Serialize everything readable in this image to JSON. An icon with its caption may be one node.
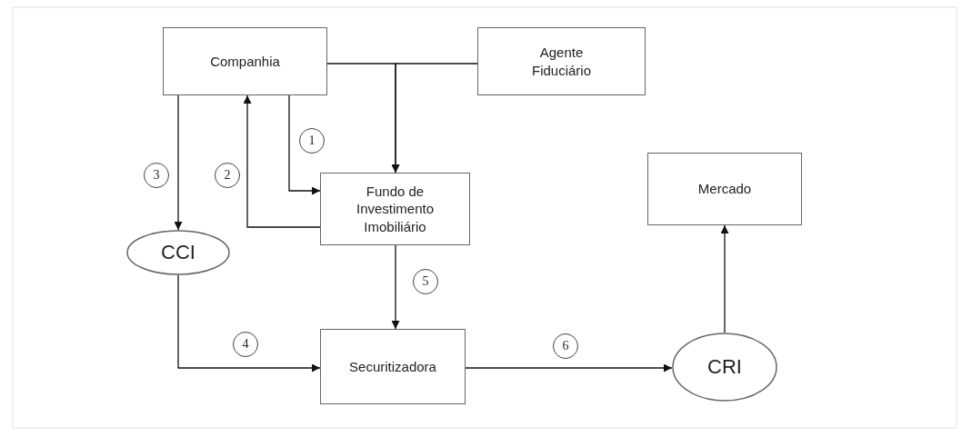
{
  "diagram": {
    "nodes": [
      {
        "text": [
          "Companhia"
        ]
      },
      {
        "text": [
          "Agente Fiduciário"
        ]
      },
      {
        "text": [
          "Fundo de Investimento Imobiliário"
        ]
      },
      {
        "text": [
          "Mercado"
        ]
      },
      {
        "text": [
          "CCI"
        ]
      },
      {
        "text": [
          "Securitizadora"
        ]
      },
      {
        "text": [
          "CRI"
        ]
      }
    ],
    "edges": [
      {
        "from": 0,
        "to": 2,
        "arrow": "to",
        "label": "1"
      },
      {
        "from": 2,
        "to": 0,
        "arrow": "to",
        "label": "2"
      },
      {
        "from": 0,
        "to": 4,
        "arrow": "to",
        "label": "3"
      },
      {
        "from": 0,
        "to": 2,
        "arrow": "to"
      },
      {
        "from": 1,
        "to": 2,
        "arrow": "to"
      },
      {
        "from": 4,
        "to": 5,
        "arrow": "to",
        "label": "4"
      },
      {
        "from": 2,
        "to": 5,
        "arrow": "to",
        "label": "5"
      },
      {
        "from": 5,
        "to": 6,
        "arrow": "to",
        "label": "6"
      },
      {
        "from": 6,
        "to": 3,
        "arrow": "to"
      }
    ]
  }
}
